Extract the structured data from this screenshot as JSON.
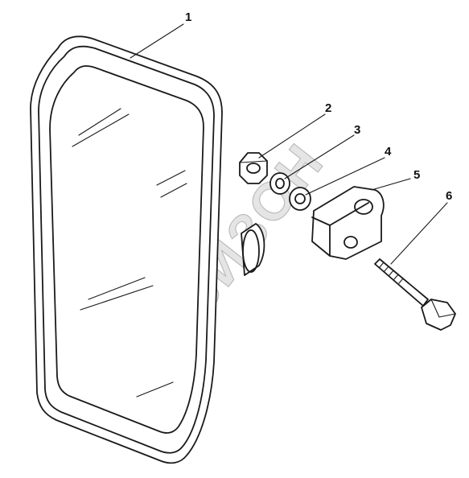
{
  "diagram": {
    "parts": [
      {
        "callout": "1",
        "icon": "mirror-icon"
      },
      {
        "callout": "2",
        "icon": "nut-icon"
      },
      {
        "callout": "3",
        "icon": "spring-washer-icon"
      },
      {
        "callout": "4",
        "icon": "flat-washer-icon"
      },
      {
        "callout": "5",
        "icon": "clamp-bracket-icon"
      },
      {
        "callout": "6",
        "icon": "bolt-icon"
      }
    ],
    "watermark": {
      "text": "БИЗОН",
      "icon": "bizon-logo-icon"
    },
    "colors": {
      "line": "#1a1a1a",
      "watermark": "#d9d9d9",
      "background": "#ffffff"
    }
  }
}
